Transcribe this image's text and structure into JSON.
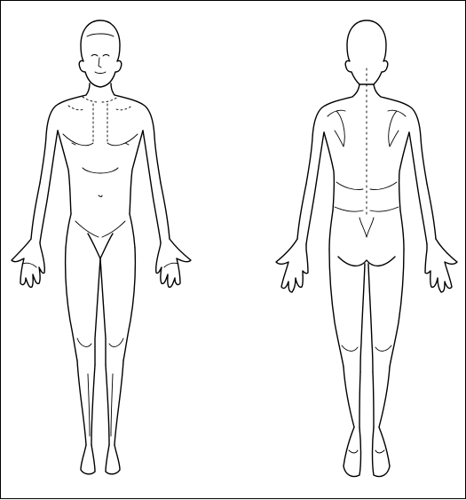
{
  "figure": {
    "type": "body-outline-diagram",
    "views": [
      {
        "name": "front",
        "icon": "human-body-front-view"
      },
      {
        "name": "back",
        "icon": "human-body-back-view"
      }
    ],
    "colors": {
      "stroke": "#000000",
      "background": "#ffffff"
    }
  }
}
